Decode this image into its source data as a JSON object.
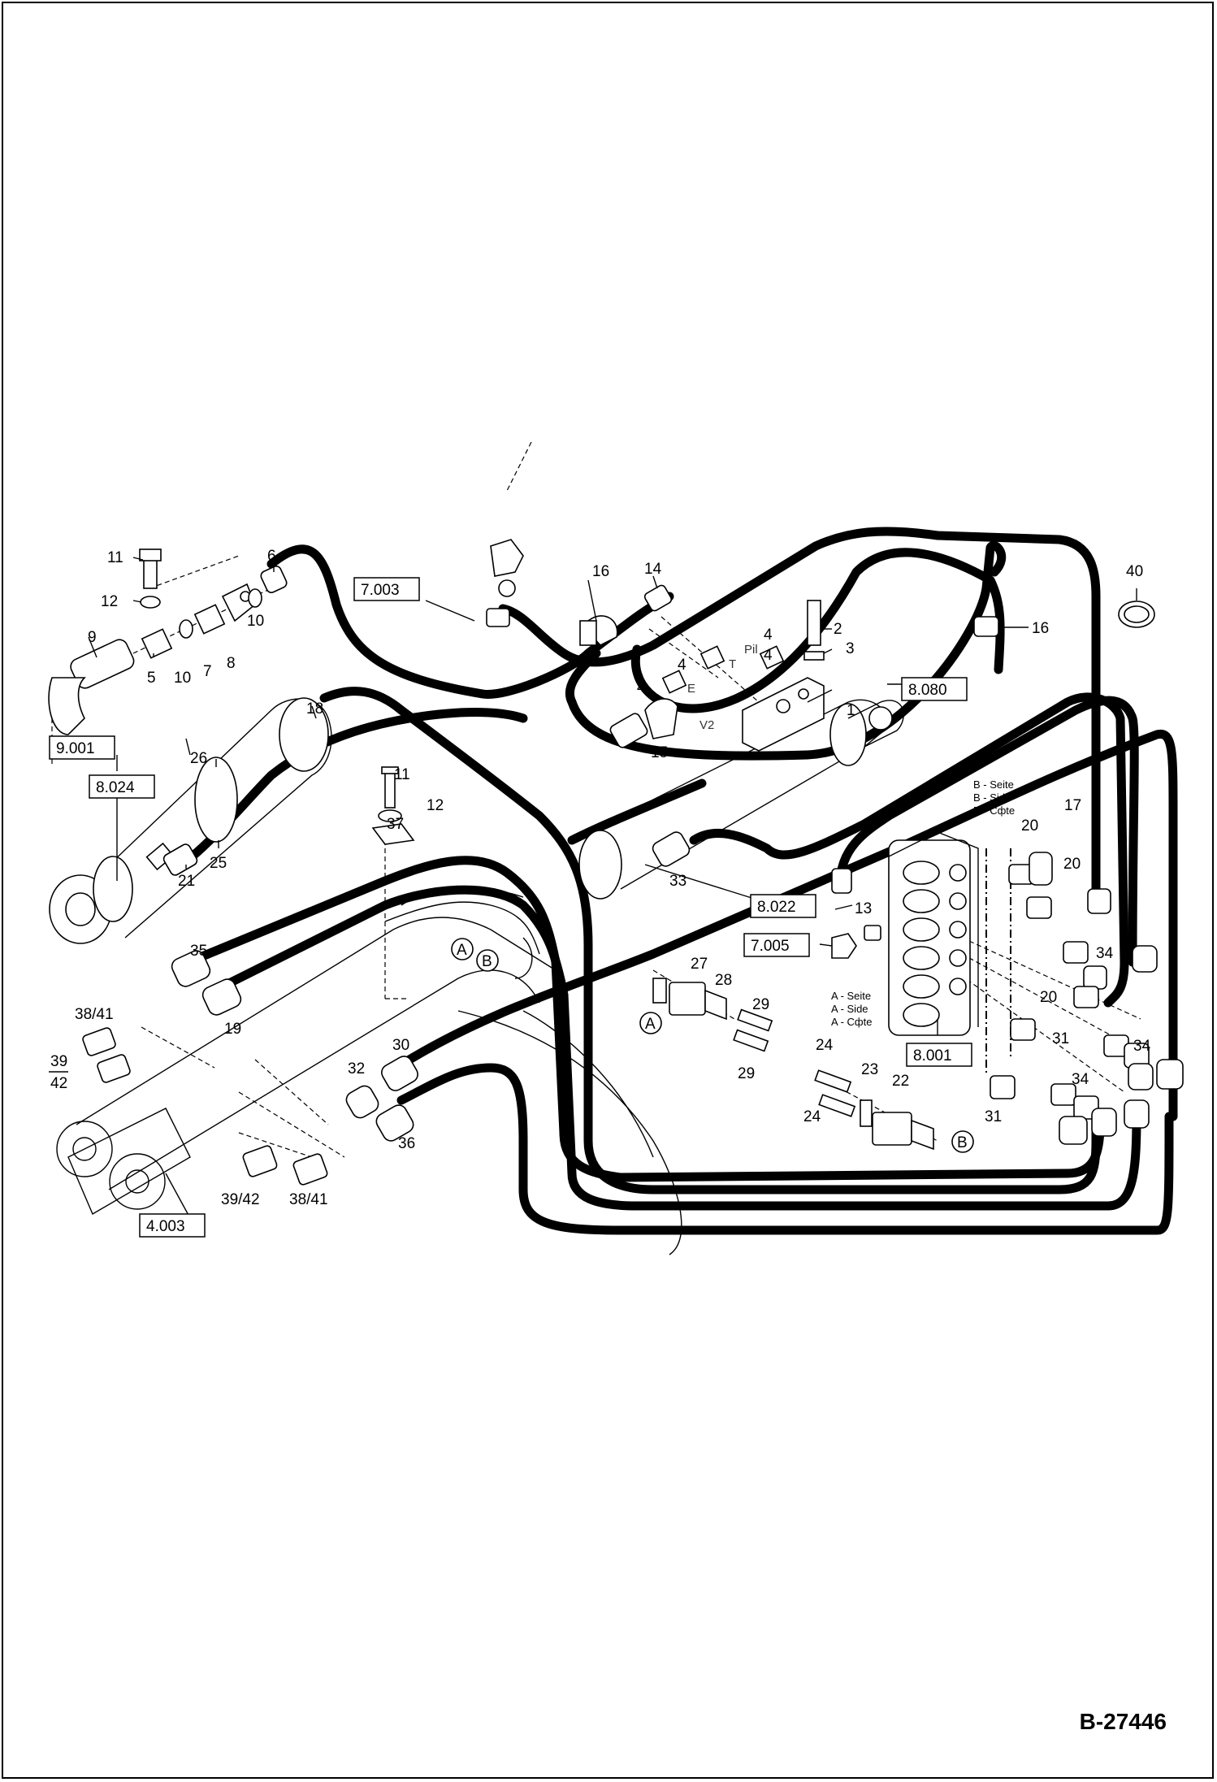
{
  "drawing_number": "B-27446",
  "reference_boxes": [
    "7.003",
    "9.001",
    "8.024",
    "8.080",
    "8.022",
    "7.005",
    "8.001",
    "4.003"
  ],
  "callouts": [
    "1",
    "2",
    "3",
    "4",
    "4",
    "4",
    "4",
    "5",
    "6",
    "7",
    "8",
    "9",
    "10",
    "10",
    "11",
    "11",
    "12",
    "12",
    "13",
    "14",
    "15",
    "16",
    "16",
    "17",
    "18",
    "19",
    "20",
    "20",
    "20",
    "21",
    "22",
    "23",
    "24",
    "24",
    "25",
    "26",
    "27",
    "28",
    "29",
    "29",
    "30",
    "31",
    "31",
    "32",
    "33",
    "34",
    "34",
    "34",
    "35",
    "36",
    "37",
    "38/41",
    "39",
    "42",
    "39/42",
    "38/41",
    "40"
  ],
  "markers": [
    "A",
    "B",
    "A",
    "B"
  ],
  "port_labels": [
    "Pil",
    "T",
    "E",
    "V2"
  ],
  "side_note_b": [
    "B - Seite",
    "B - Side",
    "B - Cфte"
  ],
  "side_note_a": [
    "A - Seite",
    "A - Side",
    "A - Cфte"
  ]
}
